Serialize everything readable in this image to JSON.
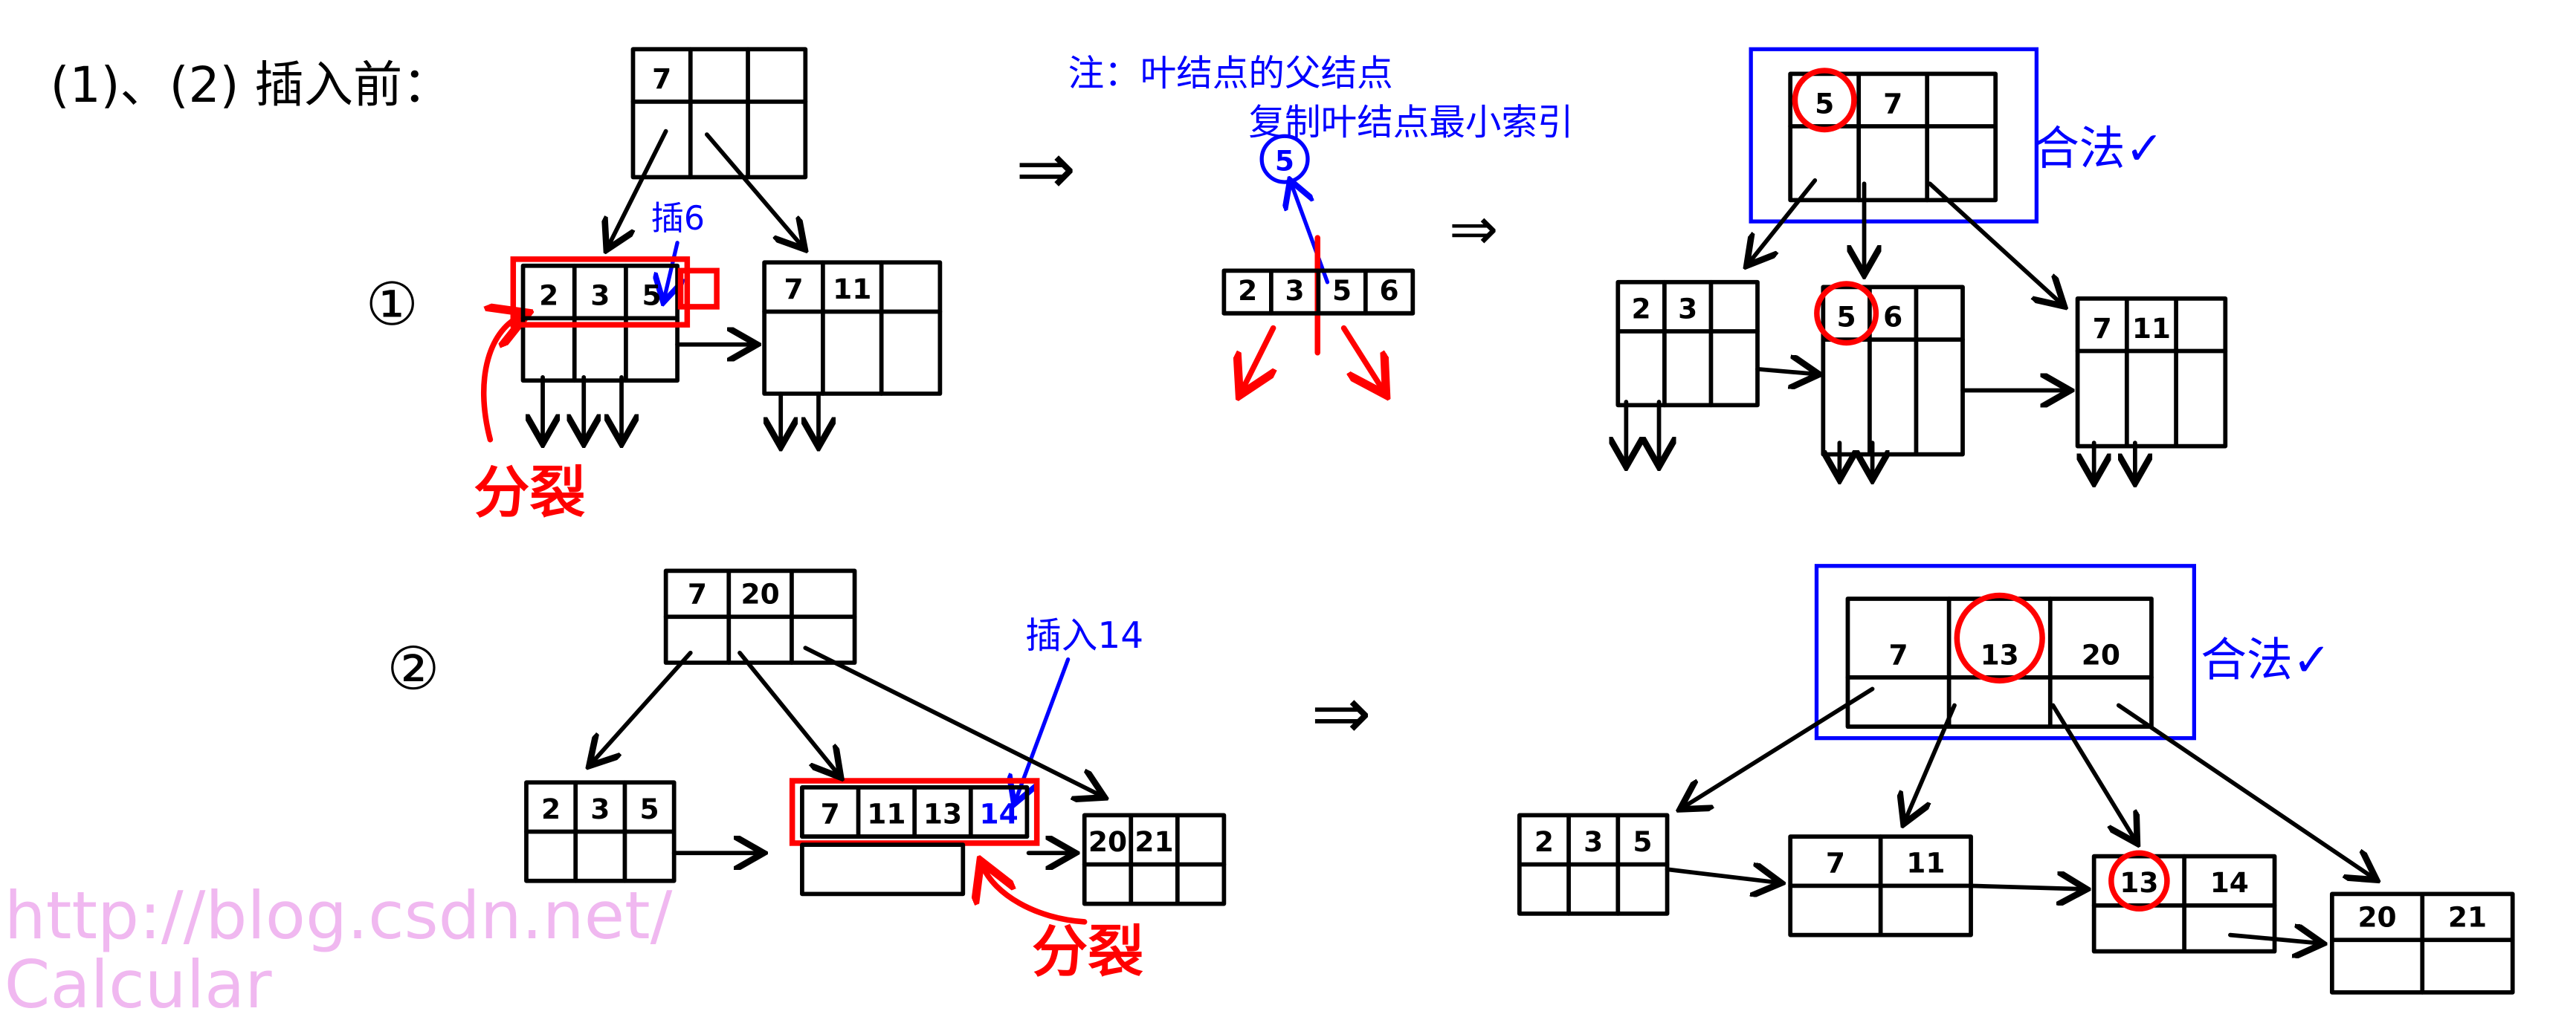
{
  "heading": "(1)、(2) 插入前：",
  "labels": {
    "case1": "①",
    "case2": "②",
    "insert6": "插6",
    "split1": "分裂",
    "insert14": "插入14",
    "split2": "分裂",
    "note_line1": "注：叶结点的父结点",
    "note_line2": "复制叶结点最小索引",
    "promoted_key": "5",
    "valid1": "合法✓",
    "valid2": "合法✓",
    "implies": "⇒"
  },
  "watermark": {
    "line1": "http://blog.csdn.net/",
    "line2": "Calcular"
  },
  "colors": {
    "ink": "#000000",
    "highlight": "#ff0000",
    "annotation": "#0000ff",
    "watermark": "#f0b8f0"
  },
  "case1": {
    "before": {
      "root": [
        "7",
        "",
        ""
      ],
      "leaf_left": [
        "2",
        "3",
        "5"
      ],
      "leaf_right": [
        "7",
        "11",
        ""
      ]
    },
    "split_node": [
      "2",
      "3",
      "5",
      "6"
    ],
    "after": {
      "root": [
        "5",
        "7",
        ""
      ],
      "leaf_1": [
        "2",
        "3",
        ""
      ],
      "leaf_2": [
        "5",
        "6",
        ""
      ],
      "leaf_3": [
        "7",
        "11",
        ""
      ]
    }
  },
  "case2": {
    "before": {
      "root": [
        "7",
        "20",
        ""
      ],
      "leaf_left": [
        "2",
        "3",
        "5"
      ],
      "leaf_mid": [
        "7",
        "11",
        "13",
        "14"
      ],
      "leaf_right": [
        "20",
        "21",
        ""
      ]
    },
    "after": {
      "root": [
        "7",
        "13",
        "20"
      ],
      "leaf_1": [
        "2",
        "3",
        "5"
      ],
      "leaf_2": [
        "7",
        "11"
      ],
      "leaf_3": [
        "13",
        "14"
      ],
      "leaf_4": [
        "20",
        "21"
      ]
    }
  }
}
